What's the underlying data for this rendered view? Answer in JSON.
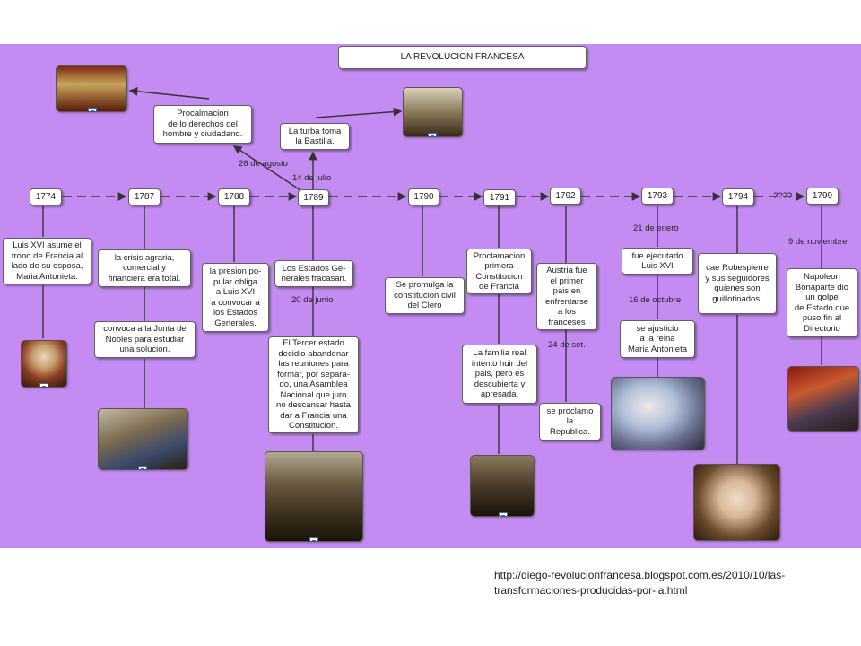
{
  "title": "LA REVOLUCION FRANCESA",
  "years": {
    "y1774": "1774",
    "y1787": "1787",
    "y1788": "1788",
    "y1789": "1789",
    "y1790": "1790",
    "y1791": "1791",
    "y1792": "1792",
    "y1793": "1793",
    "y1794": "1794",
    "y1799": "1799"
  },
  "notes": {
    "proclamacion_derechos": "Procalmacion\nde lo derechos del\nhombre y ciudadano.",
    "turba_bastilla": "La turba toma\nla Bastilla.",
    "luis_trono": "Luis XVI asume el\ntrono de Francia al\nlado de su esposa,\nMaria Antonieta.",
    "crisis_agraria": "la crisis agraria,\ncomercial y\nfinanciera era total.",
    "junta_nobles": "convoca a la Junta de\nNobles para estudiar\nuna solucion.",
    "presion_popular": "la presion po-\npular obliga\na Luis XVI\na convocar a\nlos Estados\nGenerales.",
    "estados_fracasan": "Los Estados Ge-\nnerales fracasan.",
    "tercer_estado": "El Tercer estado\ndecidio abandonar\nlas reuniones para\nformar, por separa-\ndo, una Asamblea\nNacional que juro\nno descansar hasta\ndar a Francia una\nConstitucion.",
    "constitucion_civil": "Se promulga la\nconstitucion civil\ndel Clero",
    "primera_constitucion": "Proclamacion\nprimera\nConstitucion\nde Francia",
    "familia_real": "La familia real\nintento huir del\npais, pero es\ndescubierta y\napresada.",
    "austria": "Austria fue\nel primer\npais en\nenfrentarse\na los\nfranceses",
    "republica": "se proclamo\nla\nRepublica.",
    "luis_ejecutado": "fue ejecutado\nLuis XVI",
    "maria_antonieta": "se ajusticio\na la reina\nMaria Antonieta",
    "robespierre": "cae Robespierre\ny sus seguidores\nquienes son\nguillotinados.",
    "napoleon": "Napoleon\nBonaparte dio\nun golpe\nde Estado que\npuso fin al\nDirectorio"
  },
  "labels": {
    "agosto": "26 de agosto",
    "julio": "14 de julio",
    "junio": "20 de junio",
    "setiembre": "24 de set.",
    "enero": "21 de enero",
    "octubre": "16 de octubre",
    "noviembre": "9 de noviembre",
    "desconocido": "????"
  },
  "images": [
    "declaration-painting-icon",
    "bastille-painting-icon",
    "louis-xvi-portrait-icon",
    "assembly-of-notables-painting-icon",
    "tennis-court-oath-painting-icon",
    "flight-to-varennes-painting-icon",
    "marie-antoinette-portrait-icon",
    "robespierre-portrait-icon",
    "napoleon-painting-icon"
  ],
  "source_url": "http://diego-revolucionfrancesa.blogspot.com.es/2010/10/las-\ntransformaciones-producidas-por-la.html",
  "colors": {
    "background": "#c48cf2",
    "box_border": "#5e5e5e",
    "connector": "#333333"
  }
}
